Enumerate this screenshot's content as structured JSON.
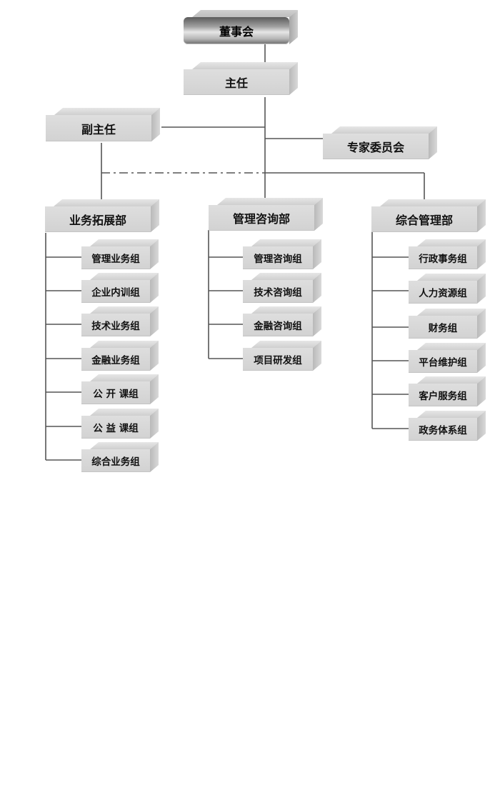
{
  "board": "董事会",
  "director": "主任",
  "deputy_director": "副主任",
  "expert_committee": "专家委员会",
  "departments": [
    {
      "name": "业务拓展部",
      "groups": [
        "管理业务组",
        "企业内训组",
        "技术业务组",
        "金融业务组",
        "公 开 课组",
        "公 益 课组",
        "综合业务组"
      ]
    },
    {
      "name": "管理咨询部",
      "groups": [
        "管理咨询组",
        "技术咨询组",
        "金融咨询组",
        "项目研发组"
      ]
    },
    {
      "name": "综合管理部",
      "groups": [
        "行政事务组",
        "人力资源组",
        "财务组",
        "平台维护组",
        "客户服务组",
        "政务体系组"
      ]
    }
  ]
}
